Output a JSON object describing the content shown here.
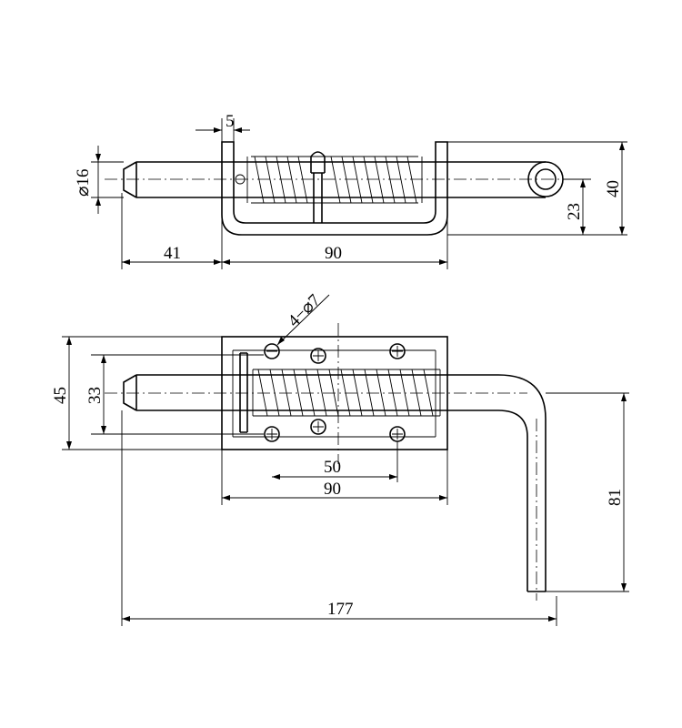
{
  "top_view": {
    "dim_slot_width": "5",
    "dim_pin_diameter": "⌀16",
    "dim_pin_extension": "41",
    "dim_bracket_length": "90",
    "dim_ring_height": "23",
    "dim_overall_height": "40"
  },
  "front_view": {
    "dim_holes": "4−⌀7",
    "dim_plate_height": "45",
    "dim_hole_spacing_v": "33",
    "dim_hole_spacing_h": "50",
    "dim_plate_length": "90",
    "dim_handle_height": "81",
    "dim_overall_length": "177"
  }
}
